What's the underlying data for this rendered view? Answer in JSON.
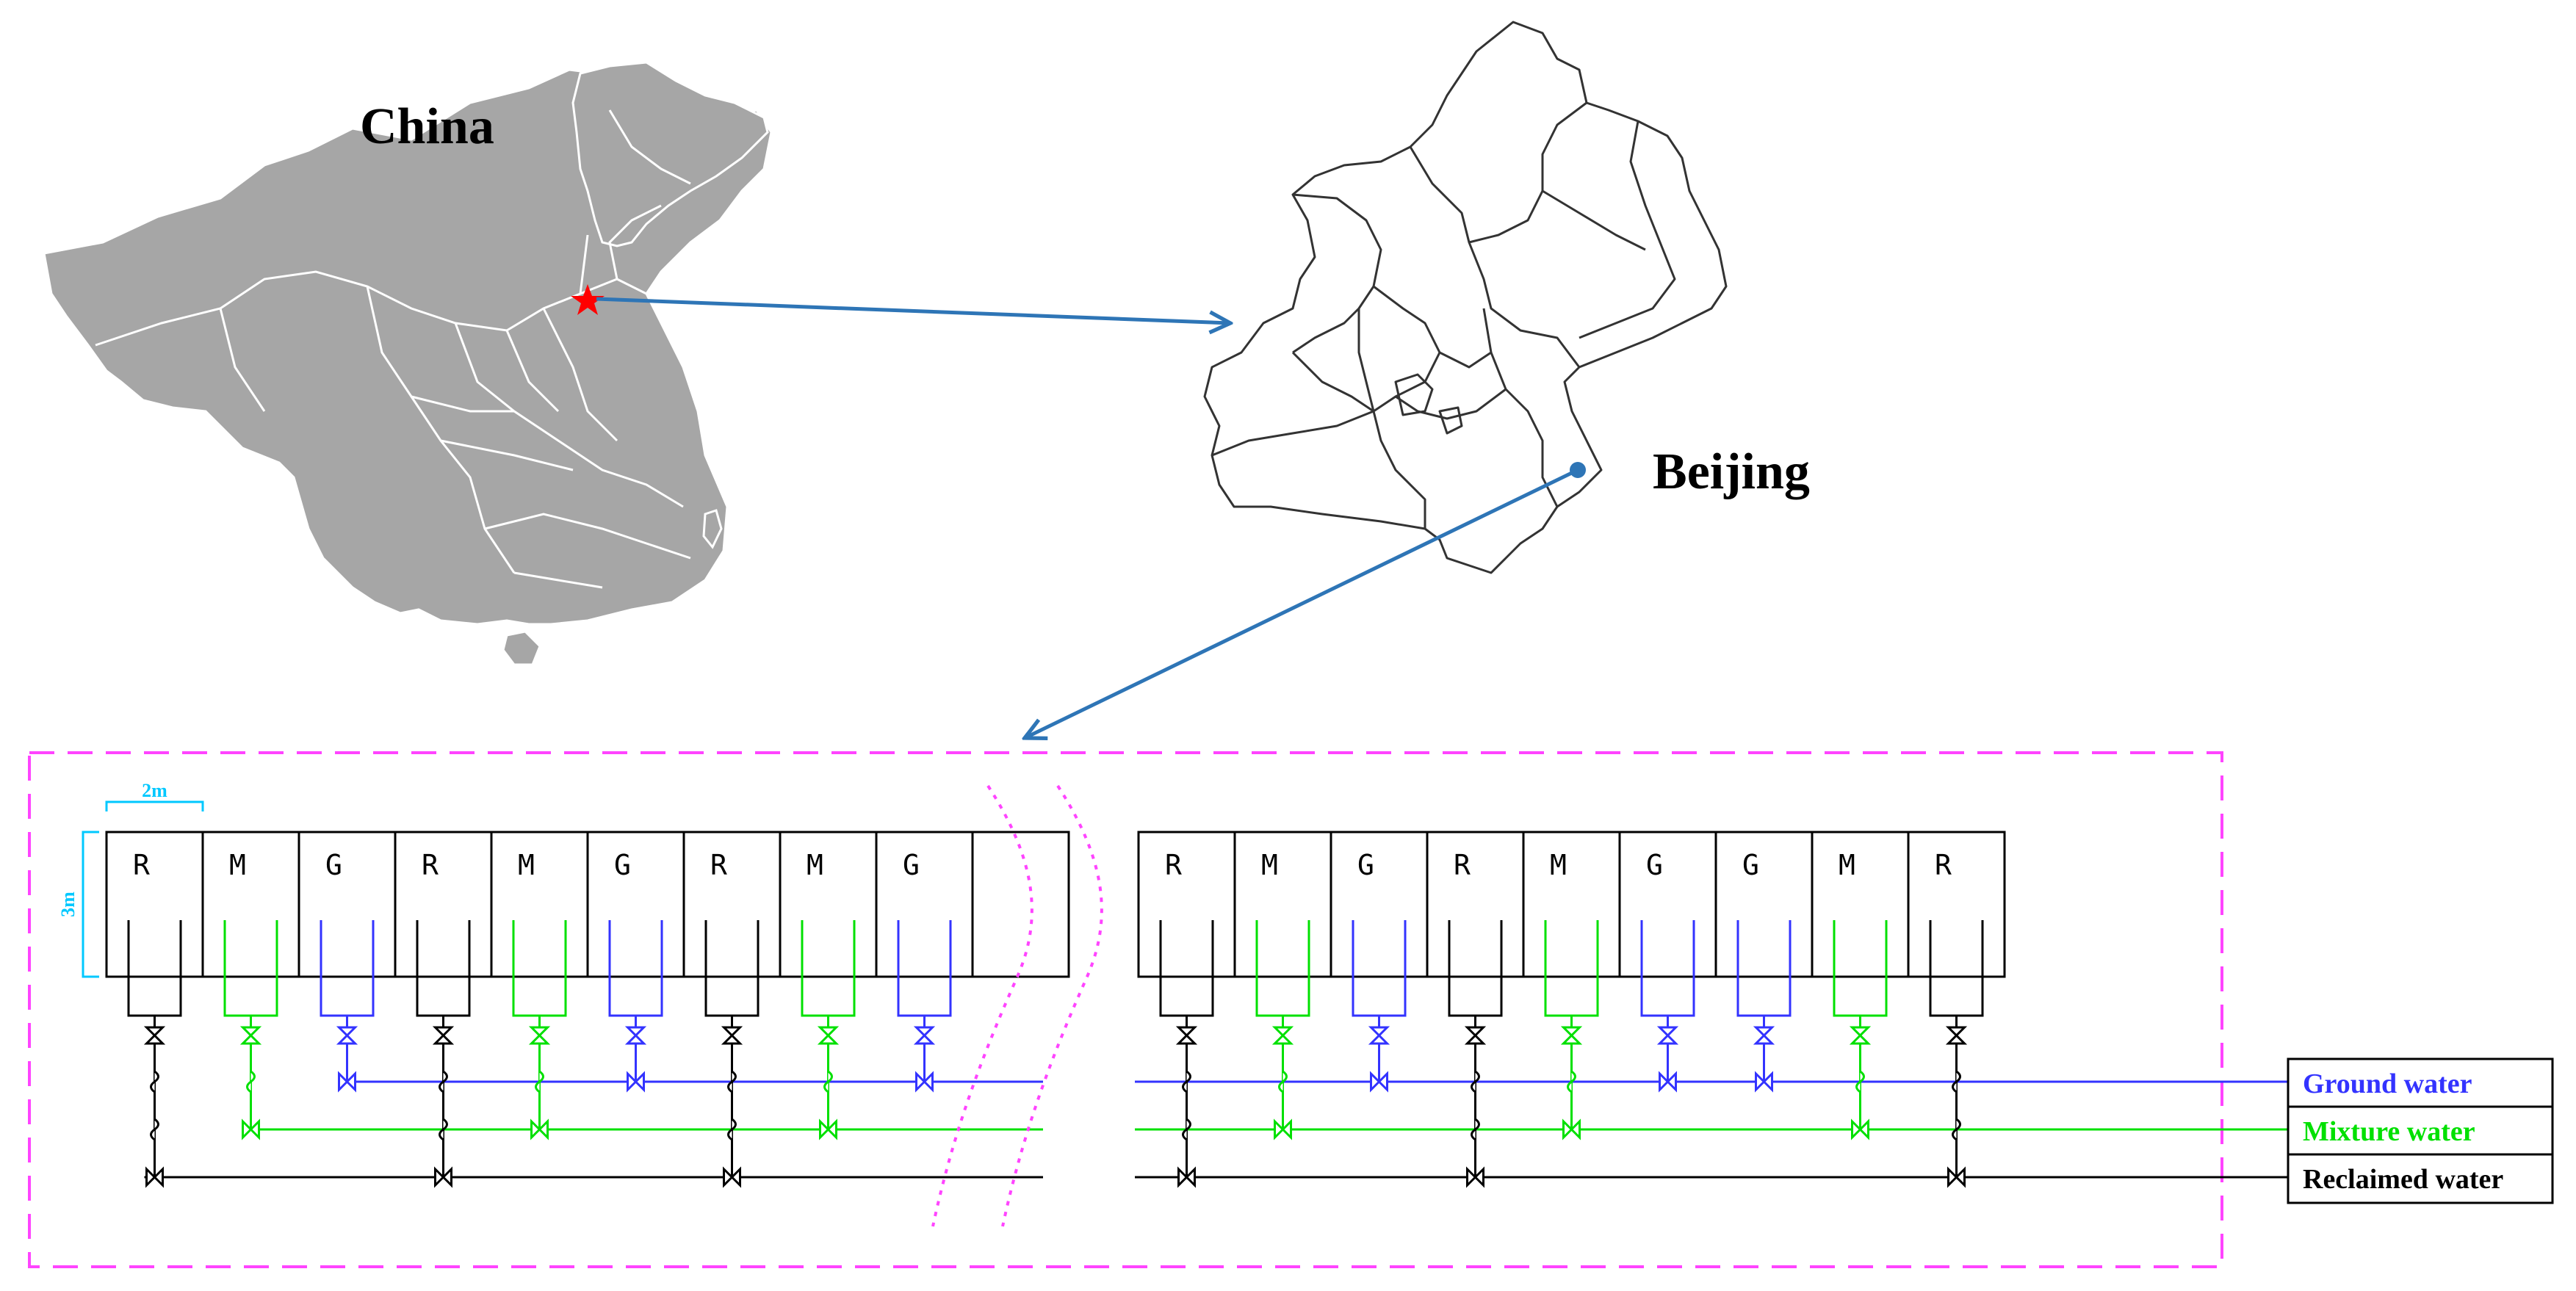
{
  "maps": {
    "china_label": "China",
    "beijing_label": "Beijing"
  },
  "layout_plan": {
    "dimension_width": "2m",
    "dimension_height": "3m",
    "plots": [
      "R",
      "M",
      "G",
      "R",
      "M",
      "G",
      "R",
      "M",
      "G",
      "",
      "R",
      "M",
      "G",
      "R",
      "M",
      "G",
      "G",
      "M",
      "R"
    ]
  },
  "legend": [
    {
      "label": "Ground water",
      "color": "#3333ff",
      "type": "G"
    },
    {
      "label": "Mixture water",
      "color": "#00e000",
      "type": "M"
    },
    {
      "label": "Reclaimed water",
      "color": "#000000",
      "type": "R"
    }
  ],
  "colors": {
    "frame": "#ff44ff",
    "arrow": "#2e75b6",
    "star": "#ff0000",
    "map_fill": "#a6a6a6",
    "dimension": "#00c8ff"
  }
}
